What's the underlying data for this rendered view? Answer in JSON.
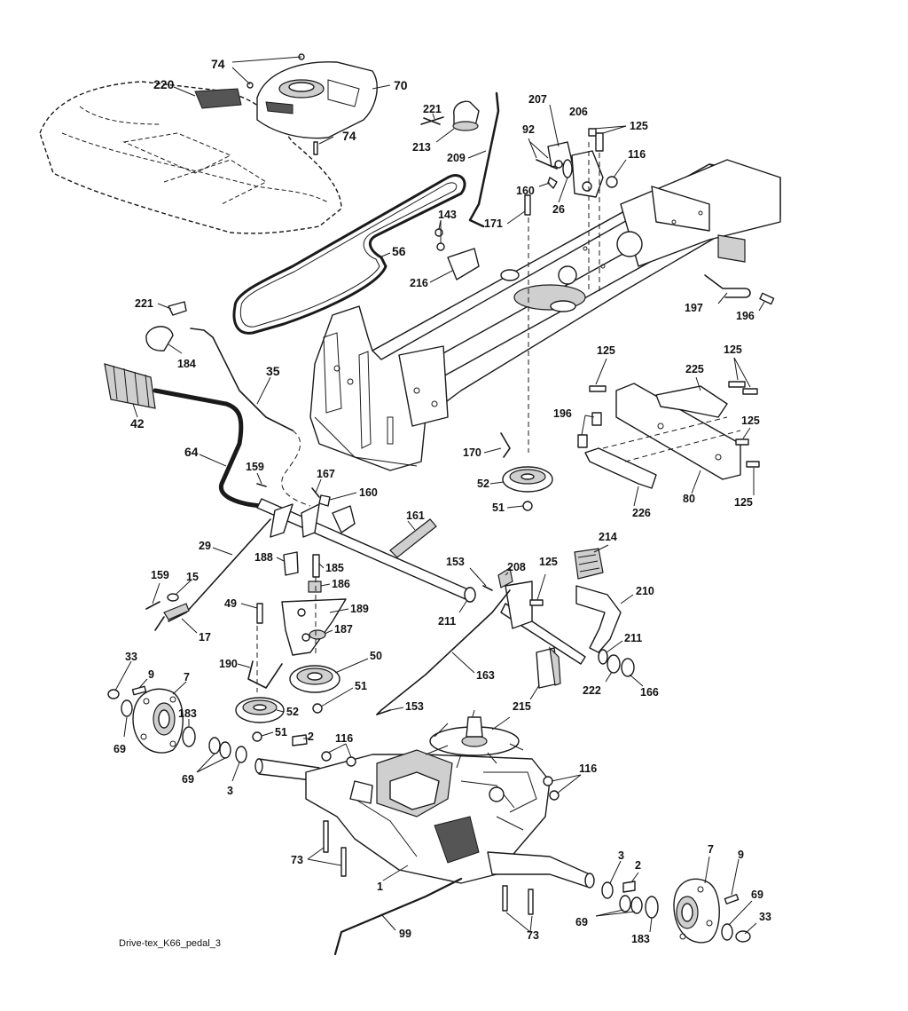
{
  "caption": "Drive-tex_K66_pedal_3",
  "labels": [
    {
      "id": "l74a",
      "text": "74"
    },
    {
      "id": "l220",
      "text": "220"
    },
    {
      "id": "l70",
      "text": "70"
    },
    {
      "id": "l74b",
      "text": "74"
    },
    {
      "id": "l221a",
      "text": "221"
    },
    {
      "id": "l213",
      "text": "213"
    },
    {
      "id": "l207",
      "text": "207"
    },
    {
      "id": "l92",
      "text": "92"
    },
    {
      "id": "l209",
      "text": "209"
    },
    {
      "id": "l206",
      "text": "206"
    },
    {
      "id": "l125a",
      "text": "125"
    },
    {
      "id": "l116a",
      "text": "116"
    },
    {
      "id": "l160a",
      "text": "160"
    },
    {
      "id": "l26",
      "text": "26"
    },
    {
      "id": "l143",
      "text": "143"
    },
    {
      "id": "l171",
      "text": "171"
    },
    {
      "id": "l56",
      "text": "56"
    },
    {
      "id": "l216",
      "text": "216"
    },
    {
      "id": "l197",
      "text": "197"
    },
    {
      "id": "l196a",
      "text": "196"
    },
    {
      "id": "l221b",
      "text": "221"
    },
    {
      "id": "l184",
      "text": "184"
    },
    {
      "id": "l35",
      "text": "35"
    },
    {
      "id": "l42",
      "text": "42"
    },
    {
      "id": "l125b",
      "text": "125"
    },
    {
      "id": "l225",
      "text": "225"
    },
    {
      "id": "l125c",
      "text": "125"
    },
    {
      "id": "l196b",
      "text": "196"
    },
    {
      "id": "l125d",
      "text": "125"
    },
    {
      "id": "l64",
      "text": "64"
    },
    {
      "id": "l159a",
      "text": "159"
    },
    {
      "id": "l167",
      "text": "167"
    },
    {
      "id": "l160b",
      "text": "160"
    },
    {
      "id": "l170",
      "text": "170"
    },
    {
      "id": "l52a",
      "text": "52"
    },
    {
      "id": "l51a",
      "text": "51"
    },
    {
      "id": "l226",
      "text": "226"
    },
    {
      "id": "l80",
      "text": "80"
    },
    {
      "id": "l125e",
      "text": "125"
    },
    {
      "id": "l161",
      "text": "161"
    },
    {
      "id": "l29",
      "text": "29"
    },
    {
      "id": "l188",
      "text": "188"
    },
    {
      "id": "l185",
      "text": "185"
    },
    {
      "id": "l214",
      "text": "214"
    },
    {
      "id": "l153a",
      "text": "153"
    },
    {
      "id": "l208",
      "text": "208"
    },
    {
      "id": "l125f",
      "text": "125"
    },
    {
      "id": "l159b",
      "text": "159"
    },
    {
      "id": "l15",
      "text": "15"
    },
    {
      "id": "l186",
      "text": "186"
    },
    {
      "id": "l210",
      "text": "210"
    },
    {
      "id": "l49",
      "text": "49"
    },
    {
      "id": "l189",
      "text": "189"
    },
    {
      "id": "l211a",
      "text": "211"
    },
    {
      "id": "l17",
      "text": "17"
    },
    {
      "id": "l187",
      "text": "187"
    },
    {
      "id": "l211b",
      "text": "211"
    },
    {
      "id": "l33a",
      "text": "33"
    },
    {
      "id": "l50",
      "text": "50"
    },
    {
      "id": "l190",
      "text": "190"
    },
    {
      "id": "l9a",
      "text": "9"
    },
    {
      "id": "l7a",
      "text": "7"
    },
    {
      "id": "l163",
      "text": "163"
    },
    {
      "id": "l51b",
      "text": "51"
    },
    {
      "id": "l222",
      "text": "222"
    },
    {
      "id": "l166",
      "text": "166"
    },
    {
      "id": "l215",
      "text": "215"
    },
    {
      "id": "l183a",
      "text": "183"
    },
    {
      "id": "l52b",
      "text": "52"
    },
    {
      "id": "l153b",
      "text": "153"
    },
    {
      "id": "l69a",
      "text": "69"
    },
    {
      "id": "l51c",
      "text": "51"
    },
    {
      "id": "l2a",
      "text": "2"
    },
    {
      "id": "l116b",
      "text": "116"
    },
    {
      "id": "l69b",
      "text": "69"
    },
    {
      "id": "l3a",
      "text": "3"
    },
    {
      "id": "l116c",
      "text": "116"
    },
    {
      "id": "l73a",
      "text": "73"
    },
    {
      "id": "l7b",
      "text": "7"
    },
    {
      "id": "l9b",
      "text": "9"
    },
    {
      "id": "l3b",
      "text": "3"
    },
    {
      "id": "l2b",
      "text": "2"
    },
    {
      "id": "l1",
      "text": "1"
    },
    {
      "id": "l69c",
      "text": "69"
    },
    {
      "id": "l99",
      "text": "99"
    },
    {
      "id": "l73b",
      "text": "73"
    },
    {
      "id": "l69d",
      "text": "69"
    },
    {
      "id": "l183b",
      "text": "183"
    },
    {
      "id": "l33b",
      "text": "33"
    }
  ]
}
